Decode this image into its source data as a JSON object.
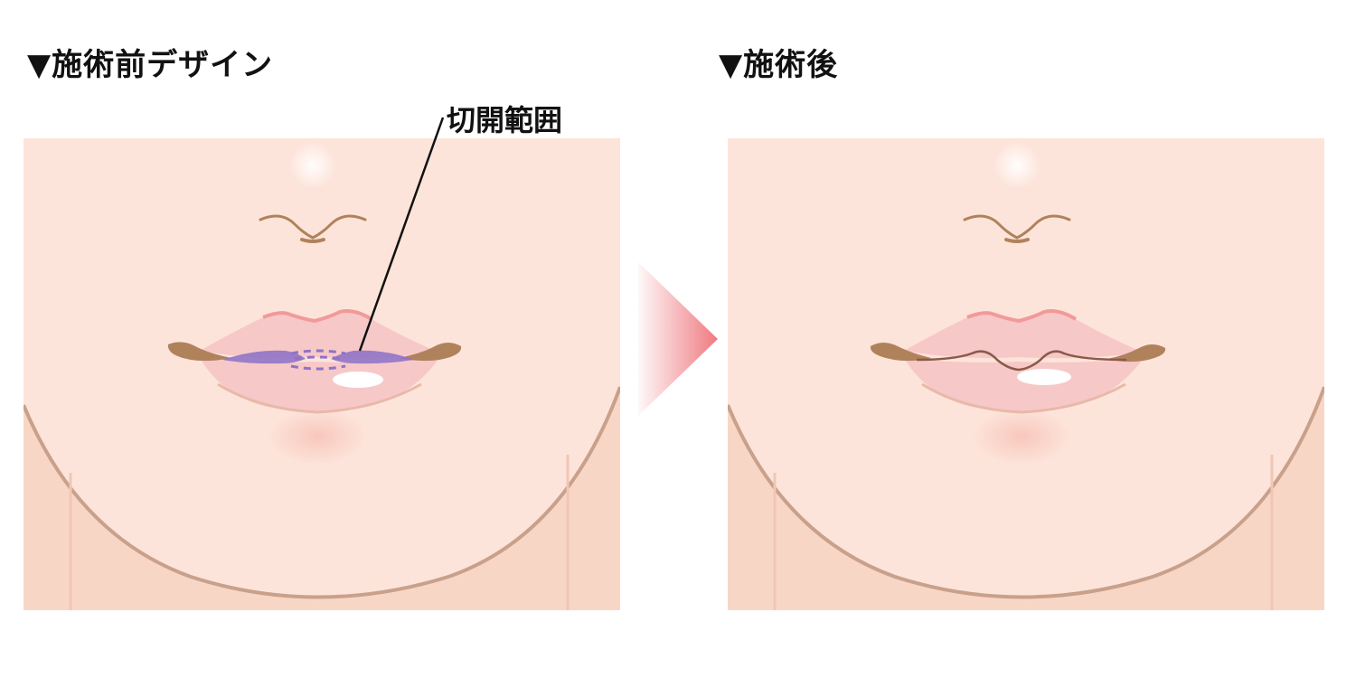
{
  "before": {
    "heading": "▼施術前デザイン",
    "callout_label": "切開範囲"
  },
  "after": {
    "heading": "▼施術後"
  },
  "colors": {
    "skin": "#fde4da",
    "neck": "#f8d6c6",
    "outline": "#c9a08a",
    "lip": "#f7c8c8",
    "lip_edge": "#f09a9a",
    "incision": "#8f73c7",
    "mouth_corner": "#b0825c",
    "arrow": "#ef7a80"
  }
}
